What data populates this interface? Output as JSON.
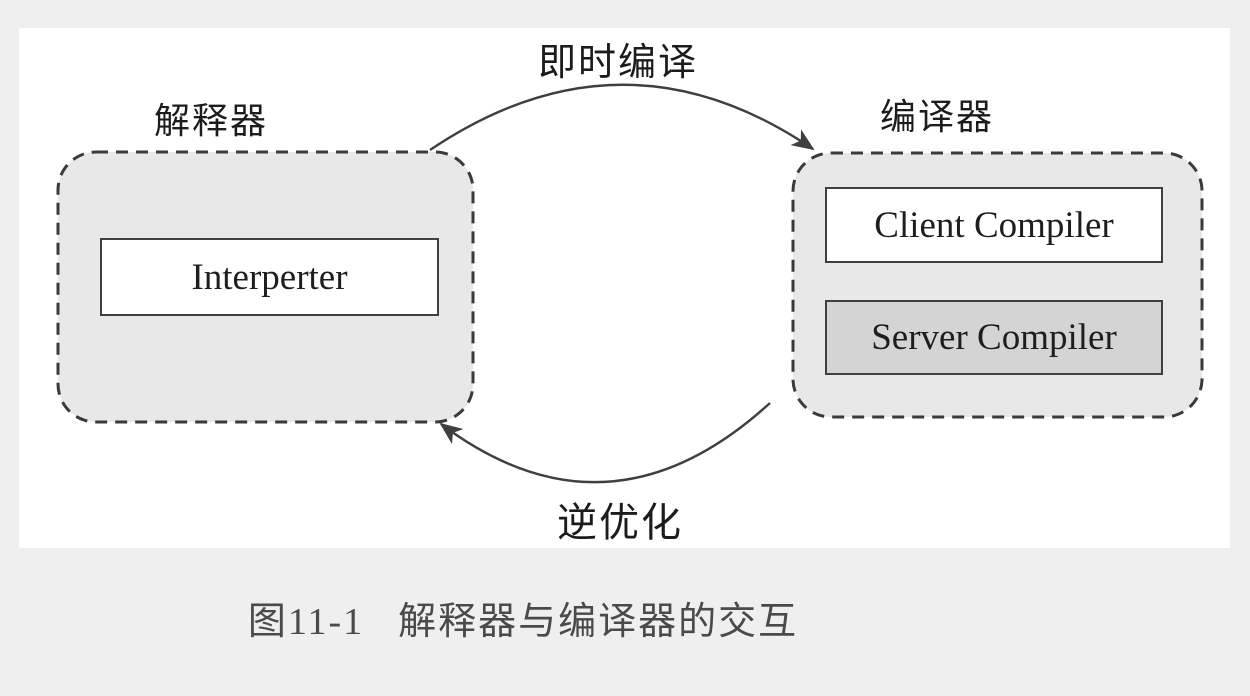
{
  "figure": {
    "caption_number": "图11-1",
    "caption_title": "解释器与编译器的交互"
  },
  "diagram": {
    "interpreter_group": {
      "title": "解释器",
      "box_label": "Interperter"
    },
    "compiler_group": {
      "title": "编译器",
      "client_box_label": "Client Compiler",
      "server_box_label": "Server Compiler"
    },
    "arrows": {
      "jit_label": "即时编译",
      "jit_direction": "interpreter-to-compiler",
      "deopt_label": "逆优化",
      "deopt_direction": "compiler-to-interpreter"
    },
    "colors": {
      "page_background": "#efefef",
      "panel_background": "#ffffff",
      "group_fill": "#e8e8e8",
      "group_border": "#3a3a3a",
      "inner_box_border": "#3f3f3f",
      "white_box_fill": "#ffffff",
      "server_box_fill": "#d4d4d4",
      "arrow_color": "#3f3f3f",
      "label_text": "#1c1c1c",
      "caption_text": "#4a4a4a"
    }
  }
}
